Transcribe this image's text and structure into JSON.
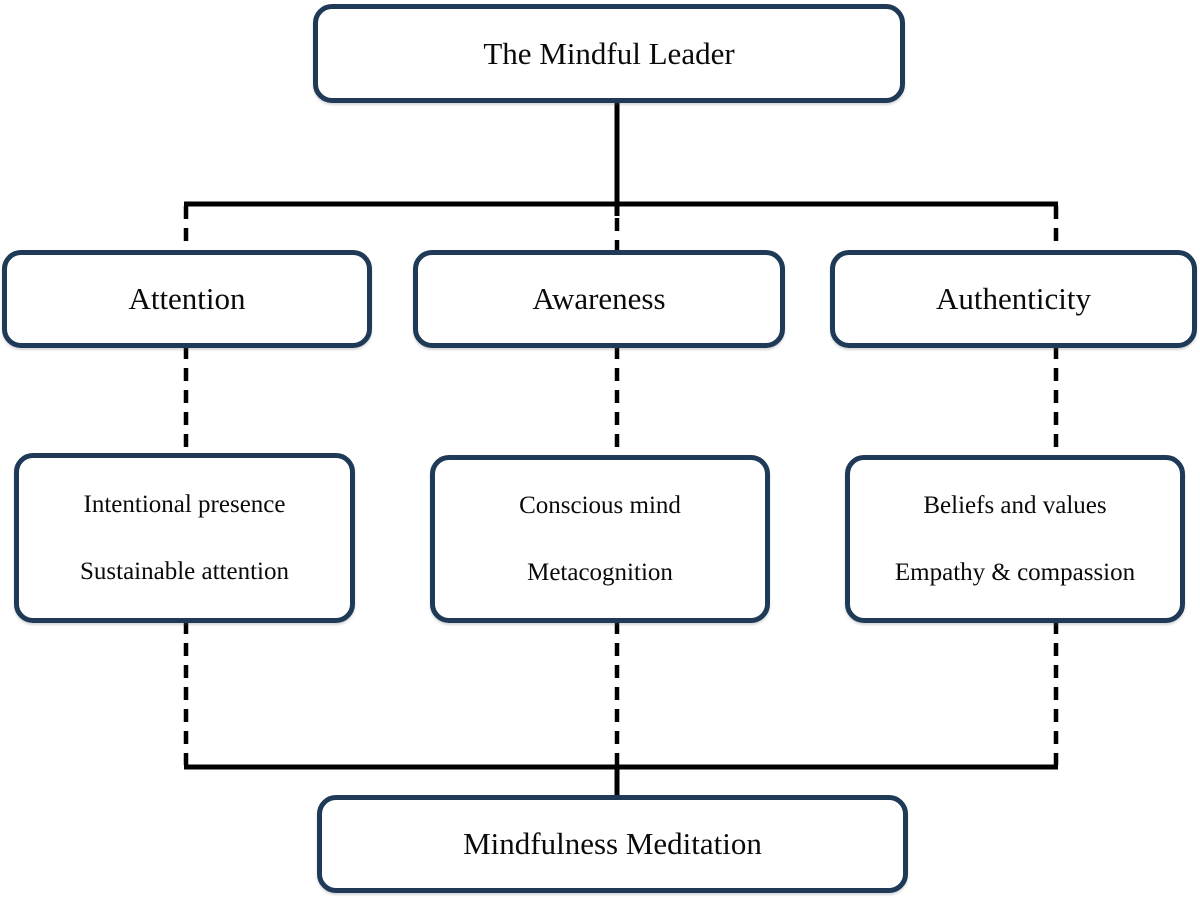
{
  "diagram": {
    "type": "flowchart",
    "background": "#ffffff",
    "colors": {
      "node_border": "#1f3a57",
      "node_fill": "#ffffff",
      "connector": "#000000",
      "text": "#0a0a0a"
    },
    "root": {
      "label": "The Mindful Leader"
    },
    "pillars": [
      {
        "label": "Attention",
        "details": [
          "Intentional presence",
          "Sustainable attention"
        ]
      },
      {
        "label": "Awareness",
        "details": [
          "Conscious mind",
          "Metacognition"
        ]
      },
      {
        "label": "Authenticity",
        "details": [
          "Beliefs and values",
          "Empathy & compassion"
        ]
      }
    ],
    "foundation": {
      "label": "Mindfulness Meditation"
    },
    "edges": [
      {
        "from": "The Mindful Leader",
        "to": "Attention",
        "style": "solid trunk, dashed branch"
      },
      {
        "from": "The Mindful Leader",
        "to": "Awareness",
        "style": "solid trunk, dashed branch"
      },
      {
        "from": "The Mindful Leader",
        "to": "Authenticity",
        "style": "solid trunk, dashed branch"
      },
      {
        "from": "Attention",
        "to": "Intentional presence / Sustainable attention",
        "style": "dashed"
      },
      {
        "from": "Awareness",
        "to": "Conscious mind / Metacognition",
        "style": "dashed"
      },
      {
        "from": "Authenticity",
        "to": "Beliefs and values / Empathy & compassion",
        "style": "dashed"
      },
      {
        "from": "Intentional presence / Sustainable attention",
        "to": "Mindfulness Meditation",
        "style": "dashed branch, solid trunk"
      },
      {
        "from": "Conscious mind / Metacognition",
        "to": "Mindfulness Meditation",
        "style": "dashed branch, solid trunk"
      },
      {
        "from": "Beliefs and values / Empathy & compassion",
        "to": "Mindfulness Meditation",
        "style": "dashed branch, solid trunk"
      }
    ]
  }
}
